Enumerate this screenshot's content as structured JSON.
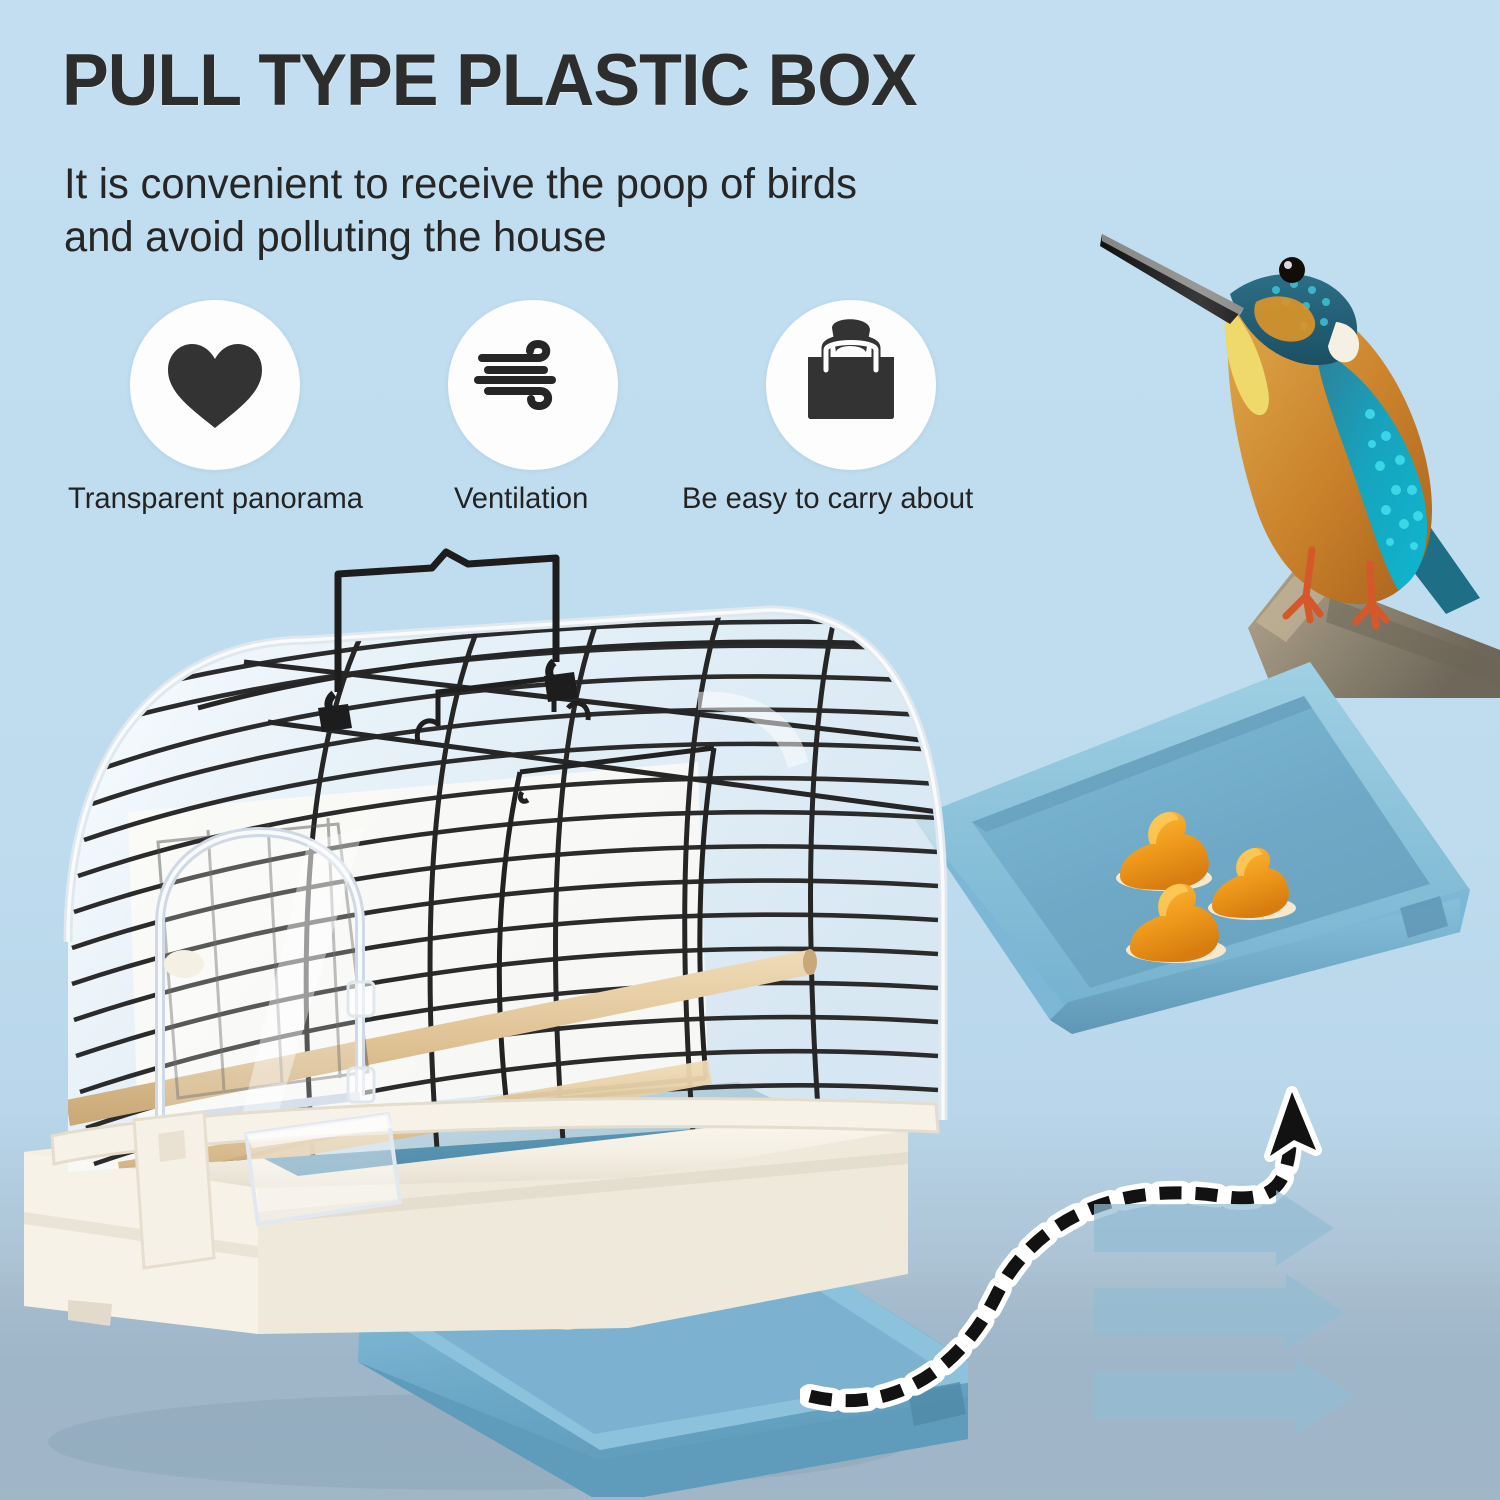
{
  "header": {
    "title": "PULL TYPE PLASTIC BOX",
    "subtitle_line1": "It is convenient to receive the poop of birds",
    "subtitle_line2": "and avoid polluting the house",
    "title_color": "#2d2d2d",
    "subtitle_color": "#262626"
  },
  "features": [
    {
      "icon": "heart-icon",
      "label": "Transparent panorama"
    },
    {
      "icon": "wind-icon",
      "label": "Ventilation"
    },
    {
      "icon": "handbag-icon",
      "label": "Be easy to carry about"
    }
  ],
  "product": {
    "cage_name": "bird-travel-cage",
    "dome_material": "transparent-plastic",
    "wire_color": "#2a2a2a",
    "base_color": "#f6f3ec",
    "tray_color": "#79b6d4",
    "perch_color": "#e3c79c"
  },
  "tray": {
    "name": "pull-out-poop-tray",
    "color": "#7cb8d6",
    "droppings_count": 3,
    "dropping_color": "#f5a623"
  },
  "bird": {
    "species": "kingfisher",
    "beak_color": "#2b2b2b",
    "breast_color": "#d18a2a",
    "wing_color": "#1d8fa8",
    "foot_color": "#d4582a",
    "branch_color": "#9e9481"
  },
  "annotations": {
    "pull_direction_arrows": 3,
    "arrow_color": "#93bcd2",
    "dashed_path_name": "pull-out-motion-path",
    "dashed_color": "#121212"
  },
  "background": {
    "top_color": "#c2def0",
    "bottom_color": "#a4bbcb"
  }
}
